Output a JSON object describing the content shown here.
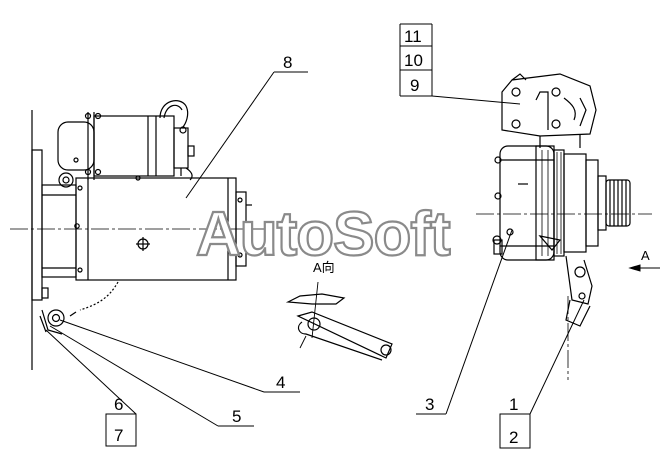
{
  "watermark": "AutoSoft",
  "view_labels": {
    "arrow_label": "A",
    "view_title": "A向"
  },
  "callouts": [
    {
      "id": "1",
      "text": "1"
    },
    {
      "id": "2",
      "text": "2"
    },
    {
      "id": "3",
      "text": "3"
    },
    {
      "id": "4",
      "text": "4"
    },
    {
      "id": "5",
      "text": "5"
    },
    {
      "id": "6",
      "text": "6"
    },
    {
      "id": "7",
      "text": "7"
    },
    {
      "id": "8",
      "text": "8"
    },
    {
      "id": "9",
      "text": "9"
    },
    {
      "id": "10",
      "text": "10"
    },
    {
      "id": "11",
      "text": "11"
    }
  ],
  "colors": {
    "line": "#000000",
    "watermark_stroke": "#8a8a8a"
  }
}
